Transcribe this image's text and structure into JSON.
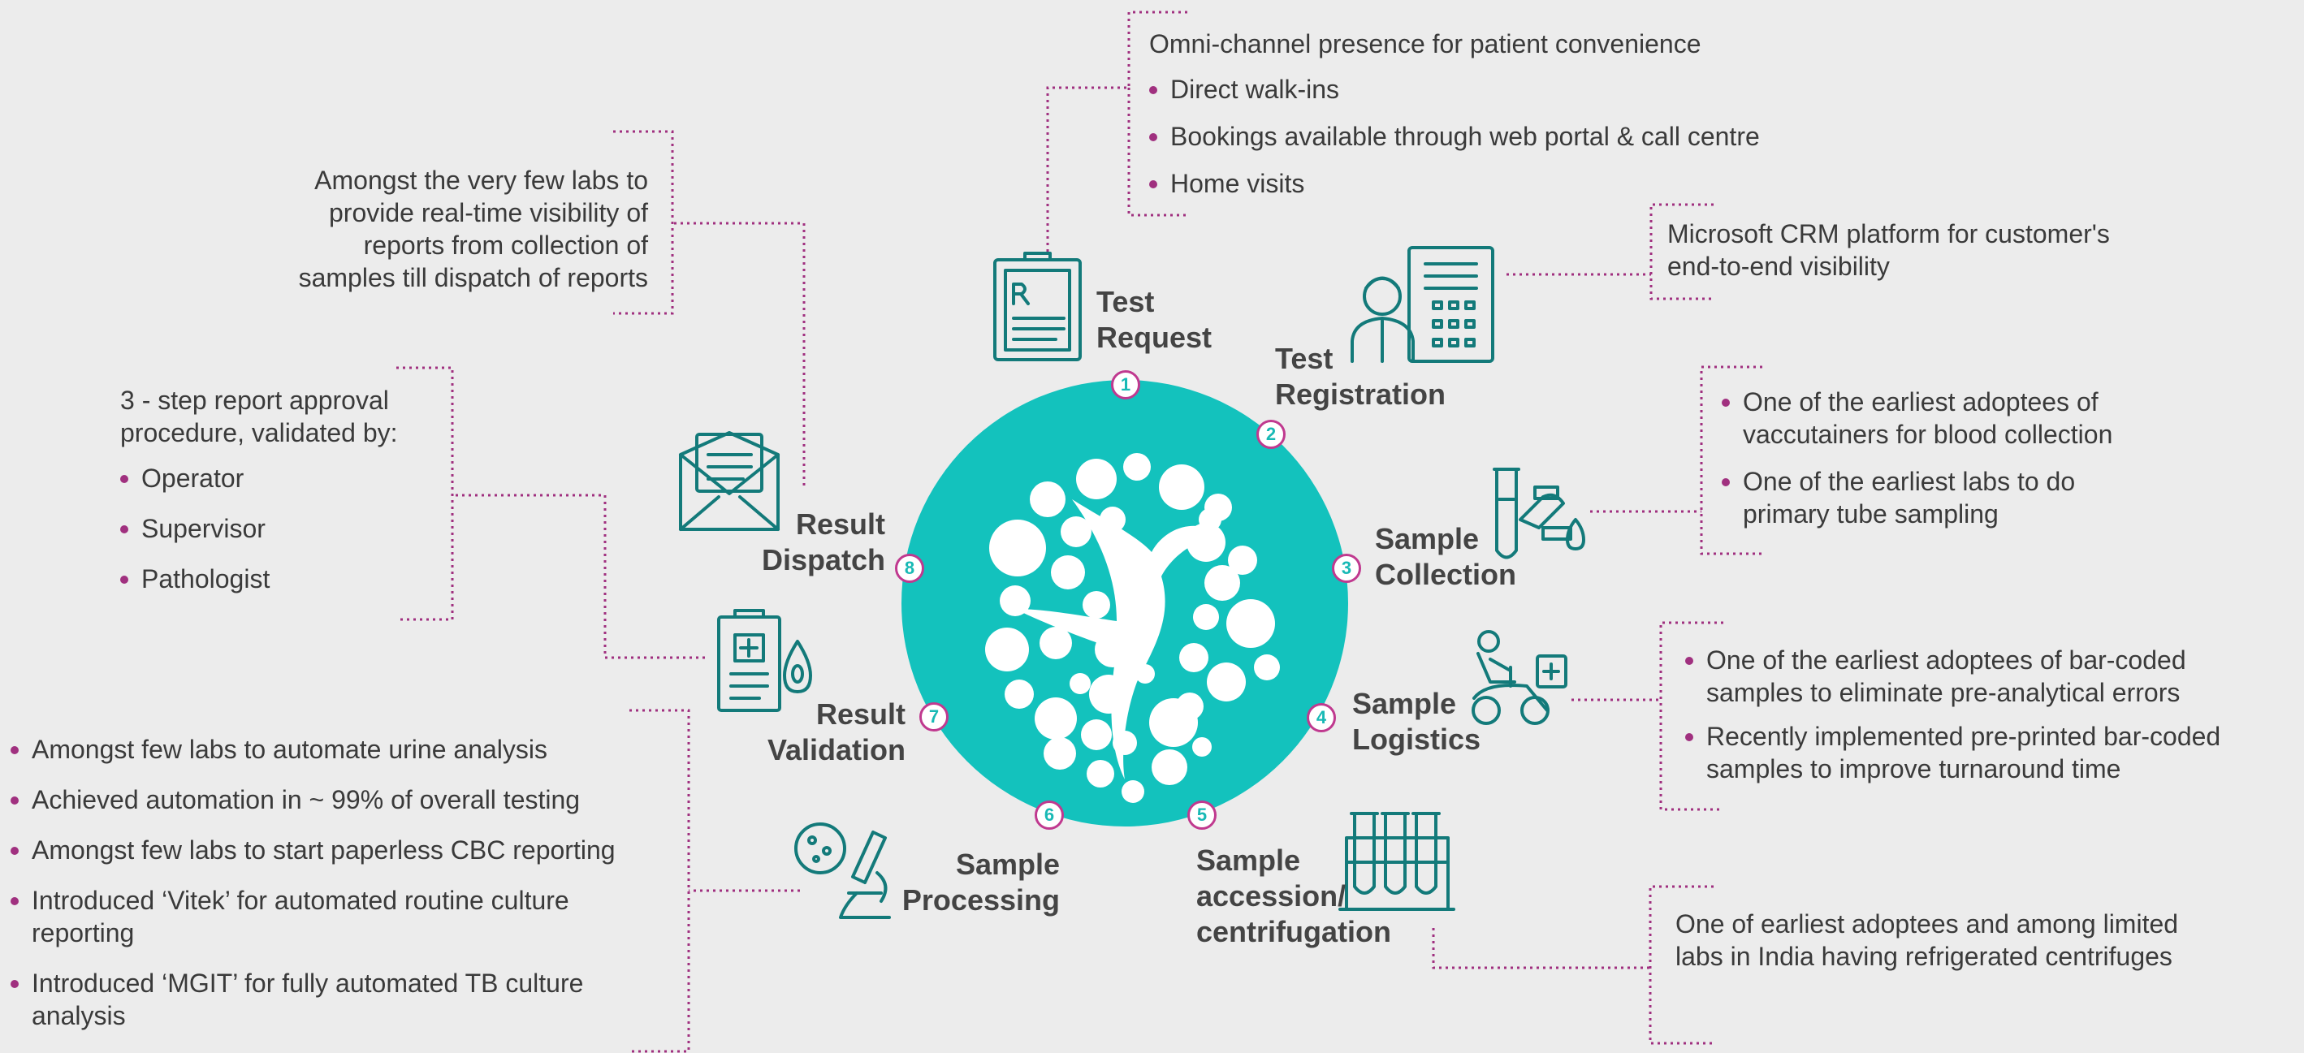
{
  "colors": {
    "teal": "#13c2bd",
    "icon": "#137a7a",
    "magenta": "#a0307f",
    "text": "#3a3a3a"
  },
  "steps": [
    {
      "num": "1",
      "label": [
        "Test",
        "Request"
      ],
      "icon": "prescription-clipboard-icon"
    },
    {
      "num": "2",
      "label": [
        "Test",
        "Registration"
      ],
      "icon": "receptionist-registration-icon"
    },
    {
      "num": "3",
      "label": [
        "Sample",
        "Collection"
      ],
      "icon": "test-tube-blood-icon"
    },
    {
      "num": "4",
      "label": [
        "Sample",
        "Logistics"
      ],
      "icon": "delivery-scooter-icon"
    },
    {
      "num": "5",
      "label": [
        "Sample",
        "accession/",
        "centrifugation"
      ],
      "icon": "test-tube-rack-icon"
    },
    {
      "num": "6",
      "label": [
        "Sample",
        "Processing"
      ],
      "icon": "microscope-icon"
    },
    {
      "num": "7",
      "label": [
        "Result",
        "Validation"
      ],
      "icon": "medical-report-icon"
    },
    {
      "num": "8",
      "label": [
        "Result",
        "Dispatch"
      ],
      "icon": "envelope-report-icon"
    }
  ],
  "notes": {
    "test_request": {
      "intro": "Omni-channel presence for patient convenience",
      "bullets": [
        "Direct walk-ins",
        "Bookings available through web portal & call centre",
        "Home visits"
      ]
    },
    "test_registration": [
      "Microsoft CRM platform for customer's",
      "end-to-end visibility"
    ],
    "sample_collection": [
      [
        "One of the earliest adoptees of",
        "vaccutainers for blood collection"
      ],
      [
        "One of the earliest labs to do",
        "primary tube sampling"
      ]
    ],
    "sample_logistics": [
      [
        "One of the earliest adoptees of bar-coded",
        "samples to eliminate pre-analytical errors"
      ],
      [
        "Recently implemented pre-printed bar-coded",
        "samples to improve turnaround time"
      ]
    ],
    "sample_accession": [
      "One of earliest adoptees and among limited",
      "labs in India having refrigerated centrifuges"
    ],
    "sample_processing": [
      [
        "Amongst few labs to automate urine analysis"
      ],
      [
        "Achieved automation in ~ 99% of overall testing"
      ],
      [
        "Amongst few labs to start paperless CBC reporting"
      ],
      [
        "Introduced ‘Vitek’ for automated routine culture",
        "reporting"
      ],
      [
        "Introduced ‘MGIT’ for fully automated TB culture",
        "analysis"
      ]
    ],
    "result_validation": {
      "intro": [
        "3 - step report approval",
        "procedure, validated by:"
      ],
      "bullets": [
        "Operator",
        "Supervisor",
        "Pathologist"
      ]
    },
    "result_dispatch": [
      "Amongst the very few labs to",
      "provide real-time visibility of",
      "reports from collection of",
      "samples till dispatch of reports"
    ]
  }
}
